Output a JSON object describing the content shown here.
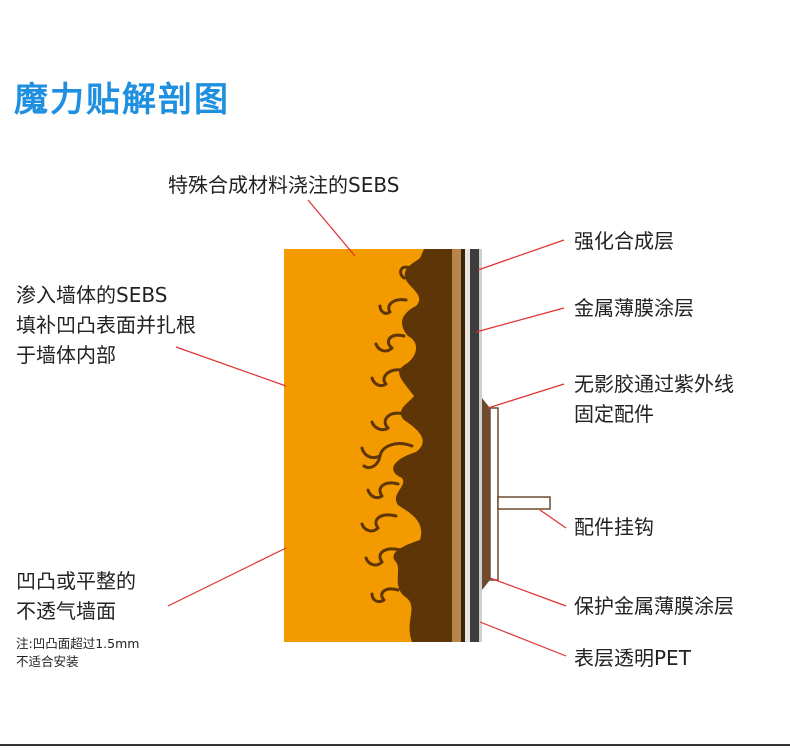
{
  "title": "魔力贴解剖图",
  "labels": {
    "sebs_cast": "特殊合成材料浇注的SEBS",
    "sebs_penetrate": [
      "渗入墙体的SEBS",
      "填补凹凸表面并扎根",
      "于墙体内部"
    ],
    "wall_surface": [
      "凹凸或平整的",
      "不透气墙面"
    ],
    "note": [
      "注:凹凸面超过1.5mm",
      "不适合安装"
    ],
    "reinforced_layer": "强化合成层",
    "metal_film": "金属薄膜涂层",
    "uv_glue": [
      "无影胶通过紫外线",
      "固定配件"
    ],
    "hook": "配件挂钩",
    "protective_film": "保护金属薄膜涂层",
    "pet_layer": "表层透明PET"
  },
  "colors": {
    "title": "#1f8fe0",
    "wall": "#f39a00",
    "sebs": "#5e3507",
    "strip": "#b7844a",
    "leader": "#e03030",
    "fitting": "#6e4a2e"
  }
}
